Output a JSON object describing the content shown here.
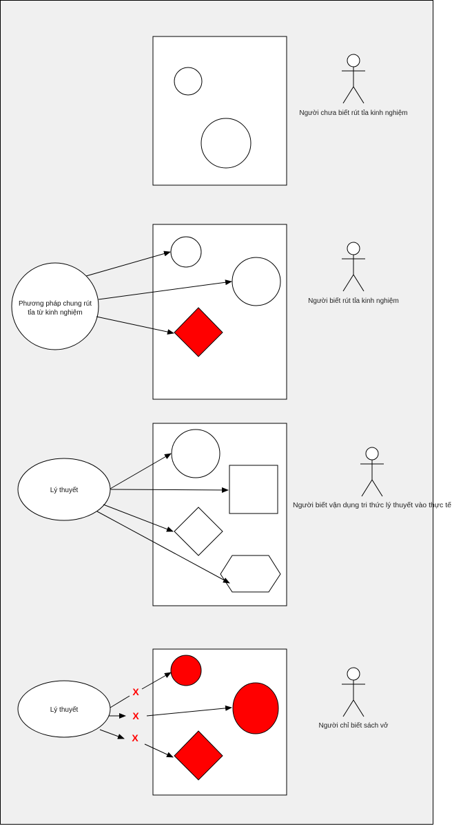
{
  "colors": {
    "canvas": "#f0f0f0",
    "panel": "#ffffff",
    "stroke": "#000000",
    "highlight": "#ff0000",
    "cross": "#ff0000"
  },
  "sections": [
    {
      "actor_label": "Người chưa biết rút tỉa kinh nghiệm"
    },
    {
      "source_label_line1": "Phương pháp chung rút",
      "source_label_line2": "tỉa từ kinh nghiệm",
      "actor_label": "Người biết rút tỉa kinh nghiệm"
    },
    {
      "source_label": "Lý thuyết",
      "actor_label": "Người biết vận dụng tri thức lý thuyết vào thực tế"
    },
    {
      "source_label": "Lý thuyết",
      "actor_label": "Người chỉ biết sách vở",
      "cross_marks": [
        "X",
        "X",
        "X"
      ]
    }
  ]
}
